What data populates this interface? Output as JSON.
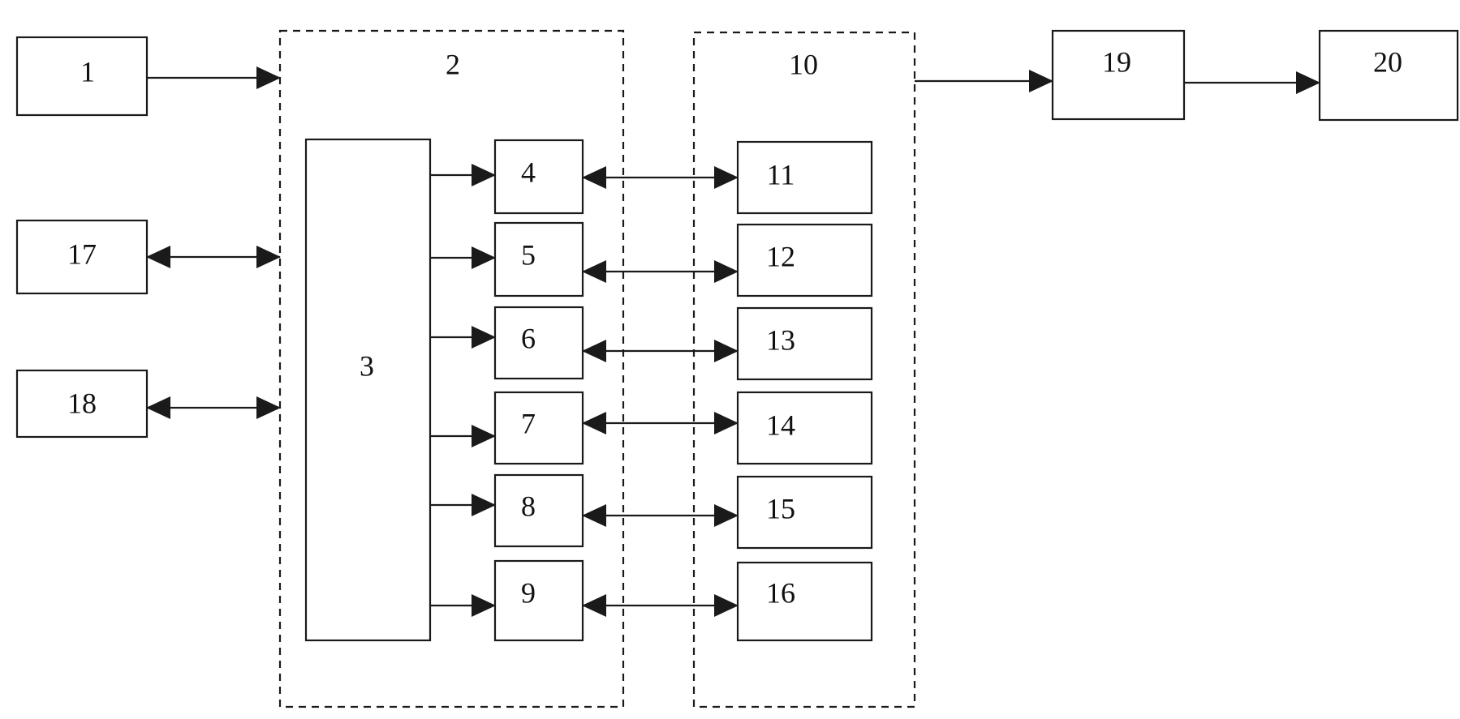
{
  "labels": {
    "b1": "1",
    "b2": "2",
    "b3": "3",
    "b4": "4",
    "b5": "5",
    "b6": "6",
    "b7": "7",
    "b8": "8",
    "b9": "9",
    "b10": "10",
    "b11": "11",
    "b12": "12",
    "b13": "13",
    "b14": "14",
    "b15": "15",
    "b16": "16",
    "b17": "17",
    "b18": "18",
    "b19": "19",
    "b20": "20"
  },
  "connections": [
    {
      "from": "1",
      "to": "2",
      "direction": "one-way"
    },
    {
      "from": "17",
      "to": "2",
      "direction": "two-way"
    },
    {
      "from": "18",
      "to": "2",
      "direction": "two-way"
    },
    {
      "from": "3",
      "to": "4",
      "direction": "one-way"
    },
    {
      "from": "3",
      "to": "5",
      "direction": "one-way"
    },
    {
      "from": "3",
      "to": "6",
      "direction": "one-way"
    },
    {
      "from": "3",
      "to": "7",
      "direction": "one-way"
    },
    {
      "from": "3",
      "to": "8",
      "direction": "one-way"
    },
    {
      "from": "3",
      "to": "9",
      "direction": "one-way"
    },
    {
      "from": "4",
      "to": "11",
      "direction": "two-way"
    },
    {
      "from": "5",
      "to": "12",
      "direction": "two-way"
    },
    {
      "from": "6",
      "to": "13",
      "direction": "two-way"
    },
    {
      "from": "7",
      "to": "14",
      "direction": "two-way"
    },
    {
      "from": "8",
      "to": "15",
      "direction": "two-way"
    },
    {
      "from": "9",
      "to": "16",
      "direction": "two-way"
    },
    {
      "from": "10",
      "to": "19",
      "direction": "one-way"
    },
    {
      "from": "19",
      "to": "20",
      "direction": "one-way"
    }
  ],
  "colors": {
    "stroke": "#1a1a1a",
    "background": "#ffffff"
  }
}
